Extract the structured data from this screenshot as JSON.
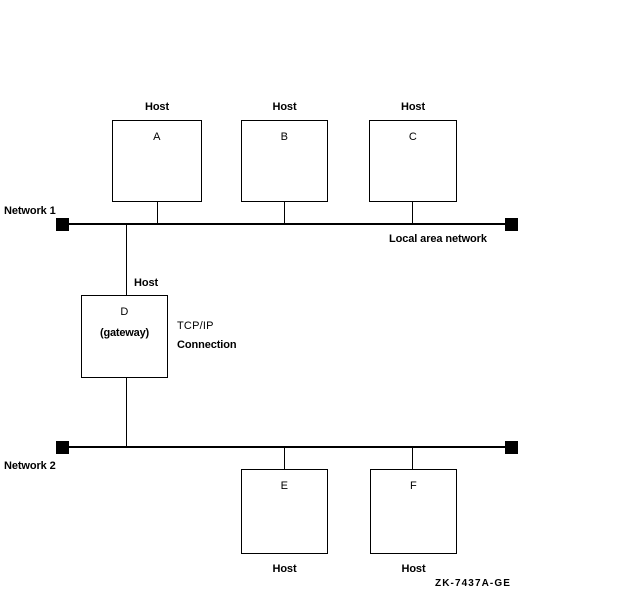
{
  "figure": {
    "id_label": "ZK-7437A-GE",
    "network1_label": "Network 1",
    "network2_label": "Network 2",
    "lan_label": "Local area network",
    "tcpip_label": "TCP/IP",
    "connection_label": "Connection"
  },
  "hosts": [
    {
      "caption": "Host",
      "letter": "A",
      "sublabel": ""
    },
    {
      "caption": "Host",
      "letter": "B",
      "sublabel": ""
    },
    {
      "caption": "Host",
      "letter": "C",
      "sublabel": ""
    },
    {
      "caption": "Host",
      "letter": "D",
      "sublabel": "(gateway)"
    },
    {
      "caption": "Host",
      "letter": "E",
      "sublabel": ""
    },
    {
      "caption": "Host",
      "letter": "F",
      "sublabel": ""
    }
  ],
  "colors": {
    "line": "#000000",
    "background": "#ffffff",
    "text": "#000000"
  }
}
